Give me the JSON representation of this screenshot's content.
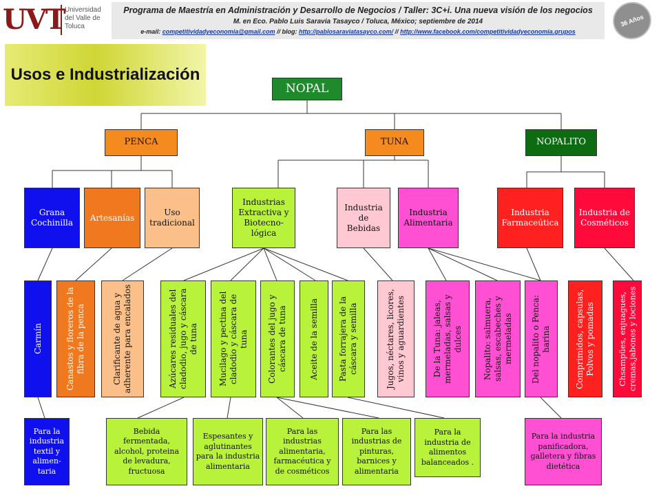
{
  "header": {
    "logo_mark": "UVT",
    "logo_text": "Universidad del Valle de Toluca",
    "line1": "Programa de Maestría en Administración y Desarrollo de Negocios / Taller: 3C+i. Una nueva visión de los negocios",
    "line2": "M. en Eco. Pablo Luis Saravia Tasayco / Toluca, México; septiembre de 2014",
    "line3_prefix": "e-mail: ",
    "email": "competitividadyeconomia@gmail.com",
    "sep_blog": " // blog: ",
    "blog": "http://pablosaraviatasayco.com/",
    "sep_fb": " // ",
    "facebook": "http://www.facebook.com/competitividadyeconomia.grupos",
    "seal_text": "36 Años"
  },
  "title": "Usos e Industrialización",
  "root": "NOPAL",
  "level1": [
    "PENCA",
    "TUNA",
    "NOPALITO"
  ],
  "level2": [
    "Grana Cochinilla",
    "Artesanías",
    "Uso tradicional",
    "Industrias Extractiva y Biotecno-lógica",
    "Industria de Bebidas",
    "Industria Alimentaria",
    "Industria Farmaceútica",
    "Industria de Cosméticos"
  ],
  "level3": [
    "Carmín",
    "Canastos y floreros de la fibra de la penca",
    "Clarificante de agua y adherente para encalados",
    "Azúcares residuales del cladodio, jugo y cáscara de tuna",
    "Mucilago y pectina del cladodio y cáscara de tuna",
    "Colorantes del jugo y cáscara de tuna",
    "Aceite de la semilla",
    "Pasta forrajera de la cáscara y semilla",
    "Jugos, néctares, licores, vinos y aguardientes",
    "De la Tuna: jaleas, mermeladas, salsas y dulces",
    "Nopalito: salmuera, salsas, escabeches y mermeladas",
    "Del nopalito o Penca: harina",
    "Comprimidos, capsulas, Polvos y pomadas",
    "Chsampües, enjuagues, cremas,jabones y lociones"
  ],
  "level4": [
    "Para la industria textil y alimen-taria",
    "Bebida fermentada, alcohol, proteina de levadura, fructuosa",
    "Espesantes y aglutinantes para la industria alimentaria",
    "Para las industrias alimentaria, farmacéutica y de cosméticos",
    "Para las industrias de pinturas, barnices y alimentaria",
    "Para la industria de alimentos balanceados .",
    "Para la industria panificadora, galletera y fibras dietética"
  ],
  "colors": {
    "nopal": "#1f8a2c",
    "penca": "#f58a1f",
    "tuna": "#f58a1f",
    "nopalito": "#0d6b12",
    "blue": "#1010ee",
    "orange": "#f0781e",
    "peach": "#fbc08a",
    "lime": "#b8f23a",
    "pink": "#ffc8d2",
    "magenta": "#ff4fd2",
    "red": "#ff2020",
    "crimson": "#ff0a3a",
    "title_bg": "#d4da3c"
  }
}
